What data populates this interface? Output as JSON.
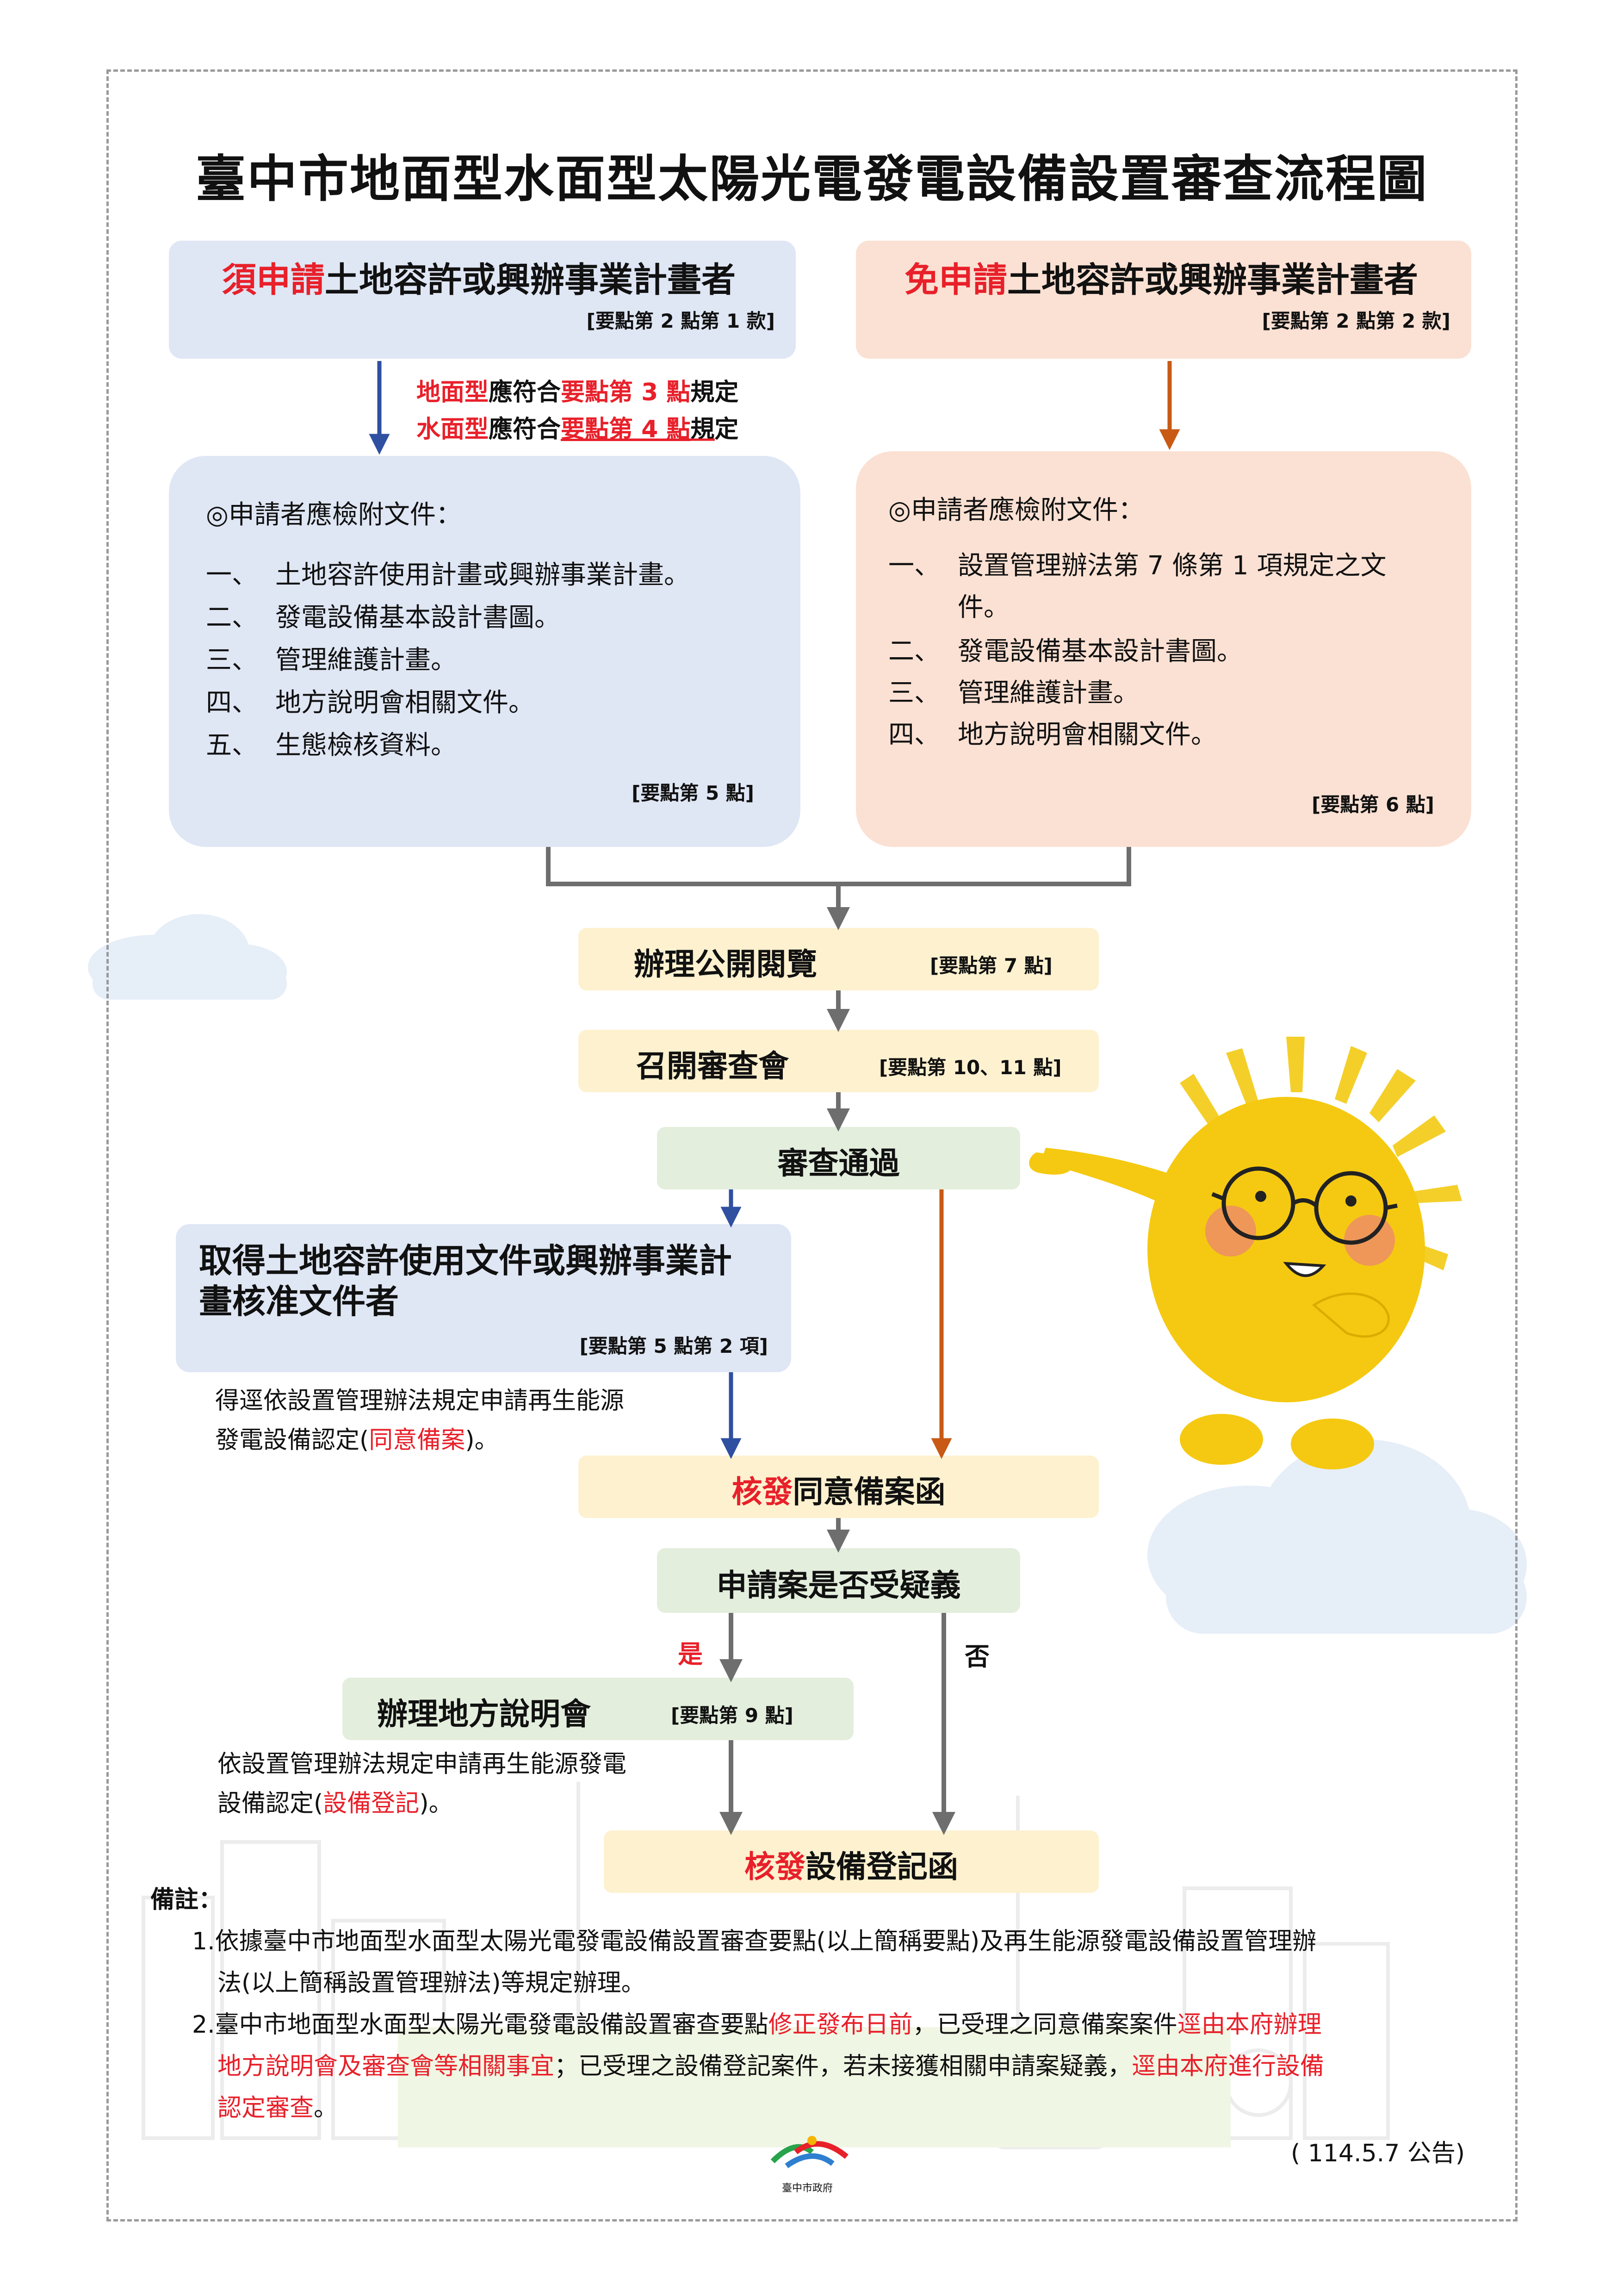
{
  "title": "臺中市地面型水面型太陽光電發電設備設置審查流程圖",
  "colors": {
    "accent_red": "#e8202a",
    "blue_arrow": "#2f4fa0",
    "orange_arrow": "#c85a16",
    "gray_arrow": "#6e6e6e"
  },
  "left_head": {
    "red": "須申請",
    "rest": "土地容許或興辦事業計畫者",
    "ref": "[要點第 2 點第 1 款]"
  },
  "right_head": {
    "red": "免申請",
    "rest": "土地容許或興辦事業計畫者",
    "ref": "[要點第 2 點第 2 款]"
  },
  "rule_notes": [
    {
      "red1": "地面型",
      "mid": "應符合",
      "red2": "要點第 3 點",
      "end": "規定"
    },
    {
      "red1": "水面型",
      "mid": "應符合",
      "red2": "要點第 4 點",
      "end": "規定"
    }
  ],
  "left_docs": {
    "heading": "◎申請者應檢附文件：",
    "items": [
      {
        "num": "一、",
        "text": "土地容許使用計畫或興辦事業計畫。"
      },
      {
        "num": "二、",
        "text": "發電設備基本設計書圖。"
      },
      {
        "num": "三、",
        "text": "管理維護計畫。"
      },
      {
        "num": "四、",
        "text": "地方說明會相關文件。"
      },
      {
        "num": "五、",
        "text": "生態檢核資料。"
      }
    ],
    "ref": "[要點第 5 點]"
  },
  "right_docs": {
    "heading": "◎申請者應檢附文件：",
    "items": [
      {
        "num": "一、",
        "text": "設置管理辦法第 7 條第 1 項規定之文",
        "cont": "件。"
      },
      {
        "num": "二、",
        "text": "發電設備基本設計書圖。"
      },
      {
        "num": "三、",
        "text": "管理維護計畫。"
      },
      {
        "num": "四、",
        "text": "地方說明會相關文件。"
      }
    ],
    "ref": "[要點第 6 點]"
  },
  "step_public": {
    "label": "辦理公開閱覽",
    "ref": "[要點第 7 點]"
  },
  "step_meeting": {
    "label": "召開審查會",
    "ref": "[要點第 10、11 點]"
  },
  "step_pass": {
    "label": "審查通過"
  },
  "obtain_box": {
    "line1": "取得土地容許使用文件或興辦事業計",
    "line2": "畫核准文件者",
    "ref": "[要點第 5 點第 2 項]"
  },
  "obtain_note": {
    "line1": "得逕依設置管理辦法規定申請再生能源",
    "line2_a": "發電設備認定(",
    "line2_red": "同意備案",
    "line2_b": ")。"
  },
  "step_issue_consent": {
    "red": "核發",
    "rest": "同意備案函"
  },
  "step_doubt": {
    "label": "申請案是否受疑義",
    "yes": "是",
    "no": "否"
  },
  "step_local_meeting": {
    "label": "辦理地方說明會",
    "ref": "[要點第 9 點]"
  },
  "local_note": {
    "line1": "依設置管理辦法規定申請再生能源發電",
    "line2_a": "設備認定(",
    "line2_red": "設備登記",
    "line2_b": ")。"
  },
  "step_issue_register": {
    "red": "核發",
    "rest": "設備登記函"
  },
  "remarks": {
    "label": "備註：",
    "r1_line1": "1.依據臺中市地面型水面型太陽光電發電設備設置審查要點(以上簡稱要點)及再生能源發電設備設置管理辦",
    "r1_line2": "法(以上簡稱設置管理辦法)等規定辦理。",
    "r2_a": "2.臺中市地面型水面型太陽光電發電設備設置審查要點",
    "r2_red1": "修正發布日前",
    "r2_b": "，已受理之同意備案案件",
    "r2_red2": "逕由本府辦理",
    "r2_red3": "地方說明會及審查會等相關事宜",
    "r2_c": "；已受理之設備登記案件，若未接獲相關申請案疑義，",
    "r2_red4": "逕由本府進行設備",
    "r2_red5": "認定審查",
    "r2_d": "。"
  },
  "announce": "( 114.5.7 公告)",
  "logo_text": "臺中市政府"
}
